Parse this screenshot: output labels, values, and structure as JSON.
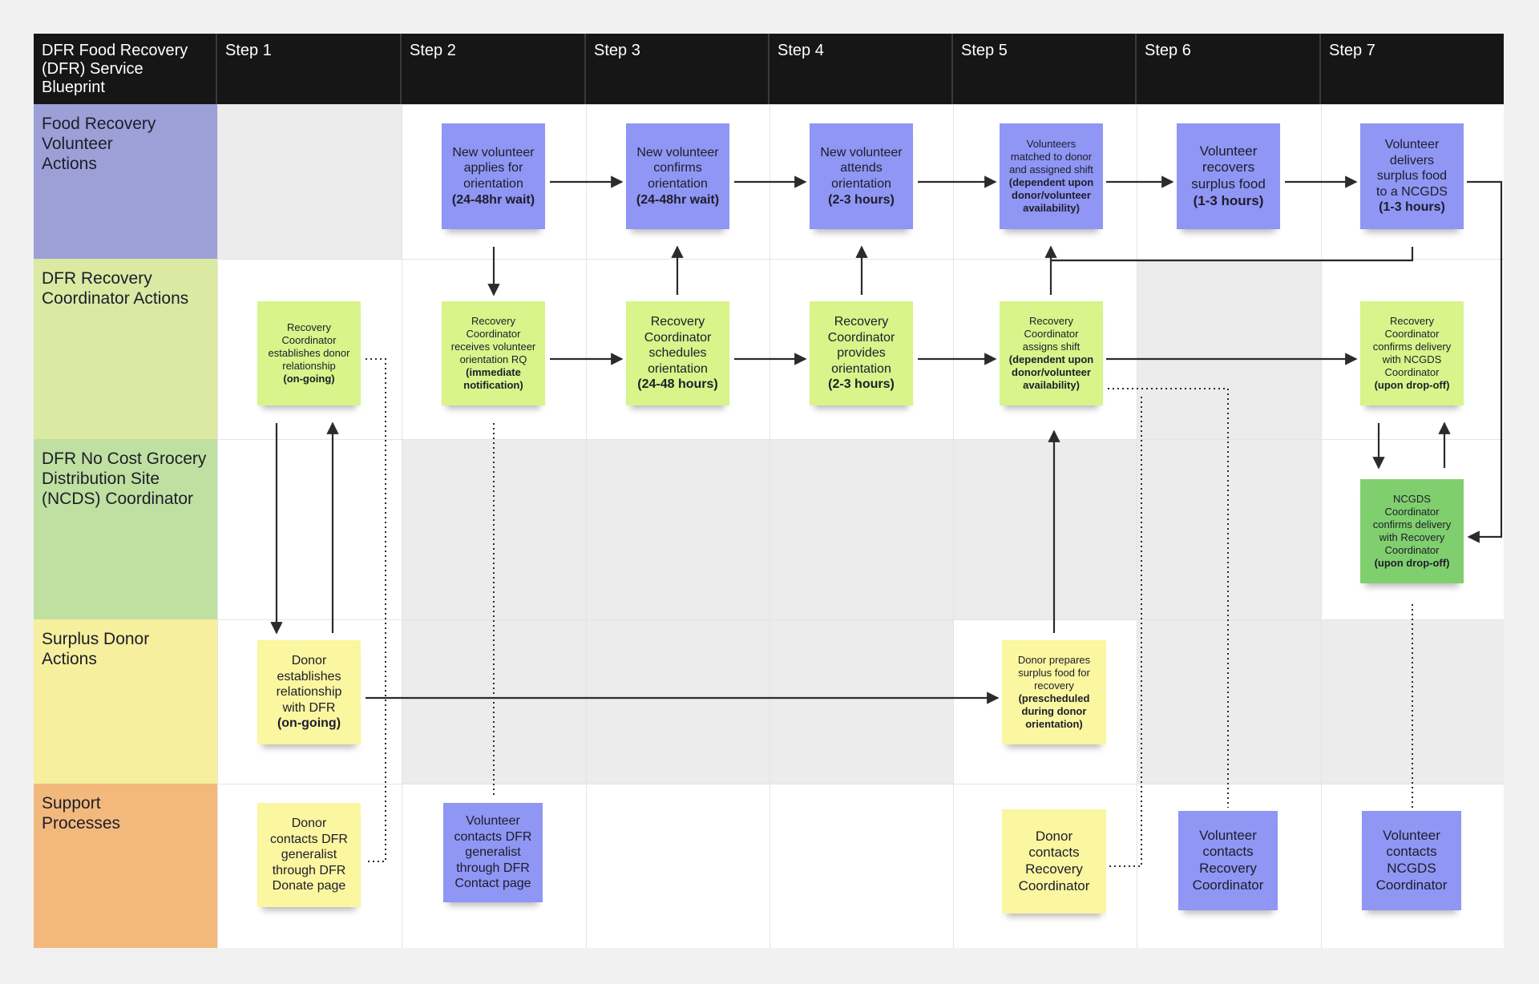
{
  "header": {
    "title": "DFR Food Recovery\n(DFR) Service Blueprint",
    "steps": [
      "Step 1",
      "Step 2",
      "Step 3",
      "Step 4",
      "Step 5",
      "Step 6",
      "Step 7"
    ]
  },
  "lanes": [
    {
      "label": "Food Recovery\nVolunteer\nActions",
      "color": "#9ca0d6"
    },
    {
      "label": "DFR Recovery\nCoordinator Actions",
      "color": "#dbe9a3"
    },
    {
      "label": "DFR No Cost Grocery\nDistribution Site\n(NCDS) Coordinator",
      "color": "#bfe0a1"
    },
    {
      "label": "Surplus Donor\nActions",
      "color": "#f6ef9e"
    },
    {
      "label": "Support\nProcesses",
      "color": "#f3b97c"
    }
  ],
  "notes": {
    "vol2": {
      "text": "New volunteer\napplies for\norientation",
      "bold": "(24-48hr wait)"
    },
    "vol3": {
      "text": "New volunteer\nconfirms\norientation",
      "bold": "(24-48hr wait)"
    },
    "vol4": {
      "text": "New volunteer\nattends\norientation",
      "bold": "(2-3 hours)"
    },
    "vol5": {
      "text": "Volunteers\nmatched to donor\nand assigned shift",
      "bold": "(dependent upon\ndonor/volunteer\navailability)"
    },
    "vol6": {
      "text": "Volunteer\nrecovers\nsurplus food",
      "bold": "(1-3 hours)"
    },
    "vol7": {
      "text": "Volunteer\ndelivers\nsurplus food\nto a NCGDS",
      "bold": "(1-3 hours)"
    },
    "rc1": {
      "text": "Recovery\nCoordinator\nestablishes donor\nrelationship",
      "bold": "(on-going)"
    },
    "rc2": {
      "text": "Recovery\nCoordinator\nreceives volunteer\norientation RQ",
      "bold": "(immediate\nnotification)"
    },
    "rc3": {
      "text": "Recovery\nCoordinator\nschedules\norientation",
      "bold": "(24-48 hours)"
    },
    "rc4": {
      "text": "Recovery\nCoordinator\nprovides\norientation",
      "bold": "(2-3 hours)"
    },
    "rc5": {
      "text": "Recovery\nCoordinator\nassigns shift",
      "bold": "(dependent upon\ndonor/volunteer\navailability)"
    },
    "rc7": {
      "text": "Recovery\nCoordinator\nconfirms delivery\nwith NCGDS\nCoordinator",
      "bold": "(upon drop-off)"
    },
    "ncgds7": {
      "text": "NCGDS\nCoordinator\nconfirms delivery\nwith Recovery\nCoordinator",
      "bold": "(upon drop-off)"
    },
    "donor1": {
      "text": "Donor\nestablishes\nrelationship\nwith DFR",
      "bold": "(on-going)"
    },
    "donor5": {
      "text": "Donor prepares\nsurplus food for\nrecovery",
      "bold": "(prescheduled\nduring donor\norientation)"
    },
    "sup1": {
      "text": "Donor\ncontacts DFR\ngeneralist\nthrough DFR\nDonate page",
      "bold": ""
    },
    "sup2": {
      "text": "Volunteer\ncontacts DFR\ngeneralist\nthrough DFR\nContact page",
      "bold": ""
    },
    "sup5": {
      "text": "Donor\ncontacts\nRecovery\nCoordinator",
      "bold": ""
    },
    "sup6": {
      "text": "Volunteer\ncontacts\nRecovery\nCoordinator",
      "bold": ""
    },
    "sup7": {
      "text": "Volunteer\ncontacts\nNCGDS\nCoordinator",
      "bold": ""
    }
  },
  "colors": {
    "sticky_blue": "#8f96f4",
    "sticky_lime": "#d8f48a",
    "sticky_green": "#80cf6e",
    "sticky_yellow": "#fbf6a0",
    "header_bg": "#161616",
    "cell_white": "#ffffff",
    "cell_gray": "#ececec"
  }
}
